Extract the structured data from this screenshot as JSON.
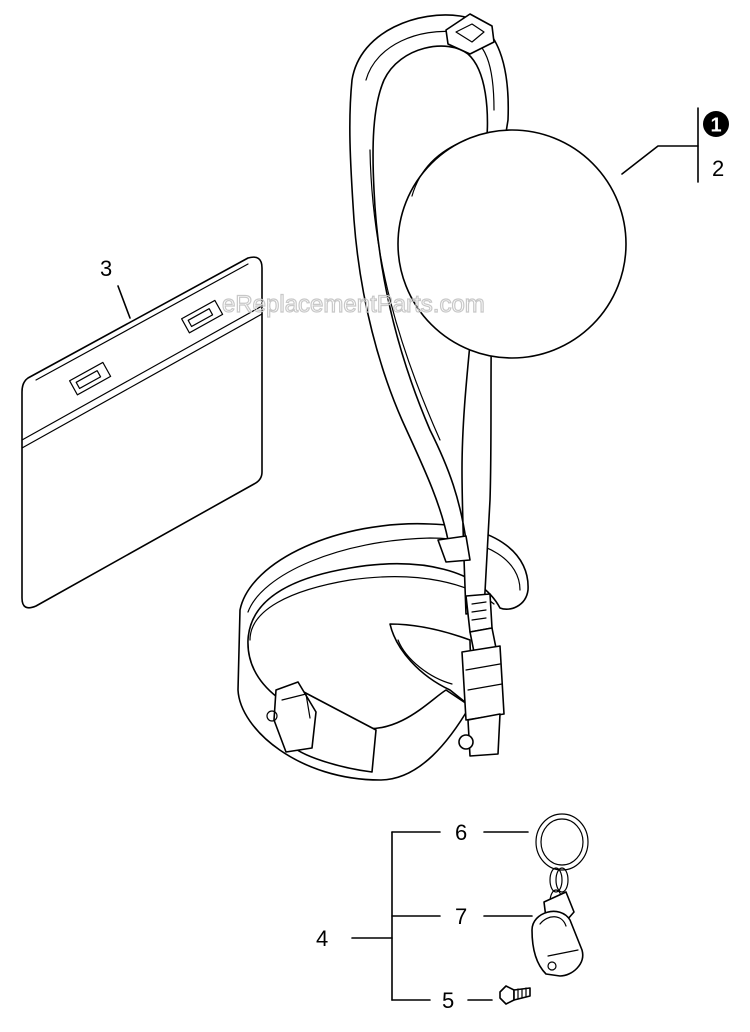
{
  "watermark": "eReplacementParts.com",
  "callouts": {
    "c1": "1",
    "c2": "2",
    "c3": "3",
    "c4": "4",
    "c5": "5",
    "c6": "6",
    "c7": "7"
  }
}
